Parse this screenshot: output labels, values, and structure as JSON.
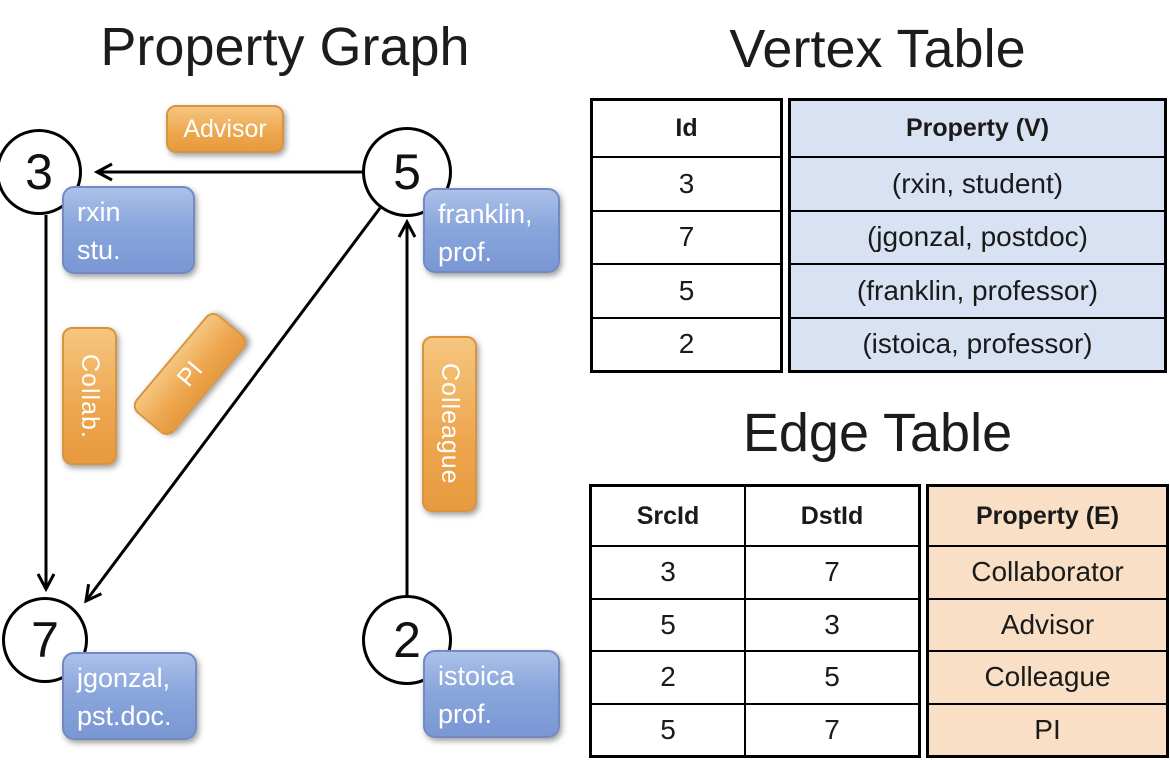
{
  "graph": {
    "title": "Property Graph",
    "vertices": [
      {
        "id": "3",
        "label_lines": [
          "rxin",
          "stu."
        ]
      },
      {
        "id": "5",
        "label_lines": [
          "franklin,",
          "prof."
        ]
      },
      {
        "id": "7",
        "label_lines": [
          "jgonzal,",
          "pst.doc."
        ]
      },
      {
        "id": "2",
        "label_lines": [
          "istoica",
          "prof."
        ]
      }
    ],
    "edge_labels": [
      {
        "text": "Advisor",
        "orientation": "horizontal"
      },
      {
        "text": "Collab.",
        "orientation": "vertical"
      },
      {
        "text": "PI",
        "orientation": "diagonal"
      },
      {
        "text": "Colleague",
        "orientation": "vertical"
      }
    ],
    "edges": [
      {
        "src": "5",
        "dst": "3",
        "label": "Advisor"
      },
      {
        "src": "3",
        "dst": "7",
        "label": "Collab."
      },
      {
        "src": "5",
        "dst": "7",
        "label": "PI"
      },
      {
        "src": "2",
        "dst": "5",
        "label": "Colleague"
      }
    ]
  },
  "vertex_table": {
    "title": "Vertex Table",
    "columns": [
      "Id",
      "Property (V)"
    ],
    "rows": [
      [
        "3",
        "(rxin, student)"
      ],
      [
        "7",
        "(jgonzal, postdoc)"
      ],
      [
        "5",
        "(franklin, professor)"
      ],
      [
        "2",
        "(istoica, professor)"
      ]
    ]
  },
  "edge_table": {
    "title": "Edge Table",
    "columns": [
      "SrcId",
      "DstId",
      "Property (E)"
    ],
    "rows": [
      [
        "3",
        "7",
        "Collaborator"
      ],
      [
        "5",
        "3",
        "Advisor"
      ],
      [
        "2",
        "5",
        "Colleague"
      ],
      [
        "5",
        "7",
        "PI"
      ]
    ]
  },
  "colors": {
    "edge_label_fill": "#eda64e",
    "edge_label_border": "#d8943f",
    "vertex_label_fill": "#8aa6dc",
    "vertex_label_border": "#7289c2",
    "vertex_property_bg": "#d9e2f3",
    "edge_property_bg": "#f8dfc5",
    "line_color": "#000000"
  }
}
